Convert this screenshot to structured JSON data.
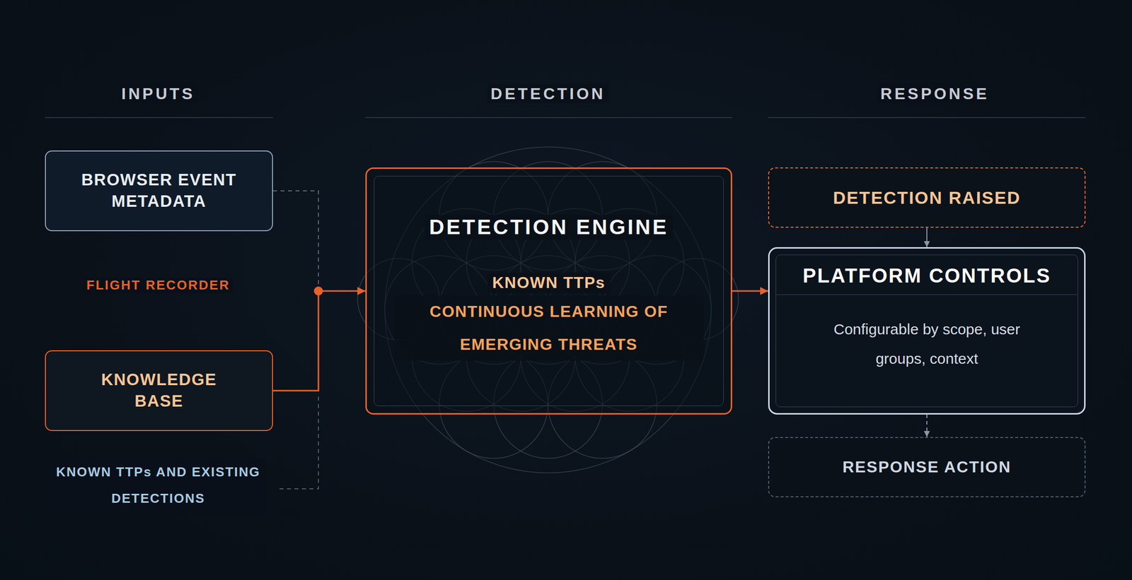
{
  "diagram": {
    "nodes": [
      {
        "text": [
          "BROWSER EVENT METADATA"
        ]
      },
      {
        "text": [
          "KNOWLEDGE BASE"
        ]
      },
      {
        "text": [
          "DETECTION ENGINE",
          "KNOWN TTPs",
          "CONTINUOUS LEARNING OF EMERGING THREATS"
        ]
      },
      {
        "text": [
          "DETECTION RAISED"
        ]
      },
      {
        "text": [
          "PLATFORM CONTROLS",
          "Configurable by scope, user groups, context"
        ]
      },
      {
        "text": [
          "RESPONSE ACTION"
        ]
      }
    ],
    "edges": [
      {
        "from": 0,
        "to": 2,
        "arrow": "to"
      },
      {
        "from": 1,
        "to": 2,
        "arrow": "to"
      },
      {
        "from": 2,
        "to": 4,
        "arrow": "to"
      },
      {
        "from": 3,
        "to": 4,
        "arrow": "to"
      },
      {
        "from": 4,
        "to": 5,
        "arrow": "to"
      }
    ],
    "labels": [
      "INPUTS",
      "DETECTION",
      "RESPONSE",
      "FLIGHT RECORDER",
      "KNOWN TTPs AND EXISTING DETECTIONS"
    ]
  }
}
